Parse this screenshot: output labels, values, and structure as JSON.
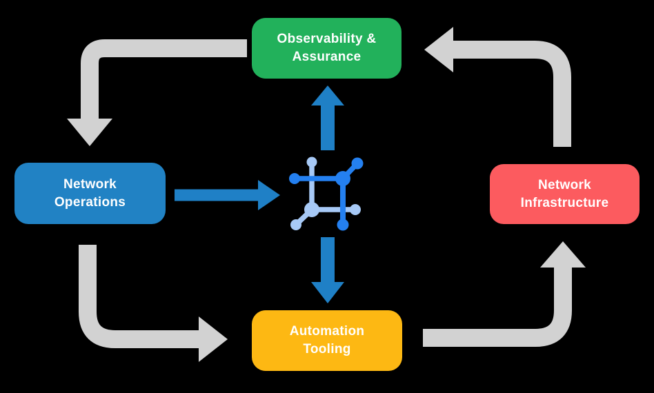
{
  "colors": {
    "background": "#000000",
    "arrow_gray": "#D2D2D2",
    "arrow_blue": "#1F80C6",
    "icon_dark_blue": "#2480F0",
    "icon_light_blue": "#A7C9F6",
    "node_text": "#FFFFFF"
  },
  "nodes": [
    {
      "id": "observability-assurance",
      "lines": [
        "Observability &",
        "Assurance"
      ],
      "color": "#22B15B"
    },
    {
      "id": "network-operations",
      "lines": [
        "Network",
        "Operations"
      ],
      "color": "#2182C4"
    },
    {
      "id": "network-infrastructure",
      "lines": [
        "Network",
        "Infrastructure"
      ],
      "color": "#FC5B5F"
    },
    {
      "id": "automation-tooling",
      "lines": [
        "Automation",
        "Tooling"
      ],
      "color": "#FDB813"
    }
  ],
  "center_icon": {
    "name": "network-node-icon"
  },
  "connections": [
    {
      "from": "observability-assurance",
      "to": "network-operations",
      "style": "gray-elbow"
    },
    {
      "from": "network-operations",
      "to": "automation-tooling",
      "style": "gray-elbow"
    },
    {
      "from": "automation-tooling",
      "to": "network-infrastructure",
      "style": "gray-elbow"
    },
    {
      "from": "network-infrastructure",
      "to": "observability-assurance",
      "style": "gray-elbow"
    },
    {
      "from": "network-operations",
      "to": "center-icon",
      "style": "blue-straight"
    },
    {
      "from": "center-icon",
      "to": "observability-assurance",
      "style": "blue-straight"
    },
    {
      "from": "center-icon",
      "to": "automation-tooling",
      "style": "blue-straight"
    }
  ]
}
